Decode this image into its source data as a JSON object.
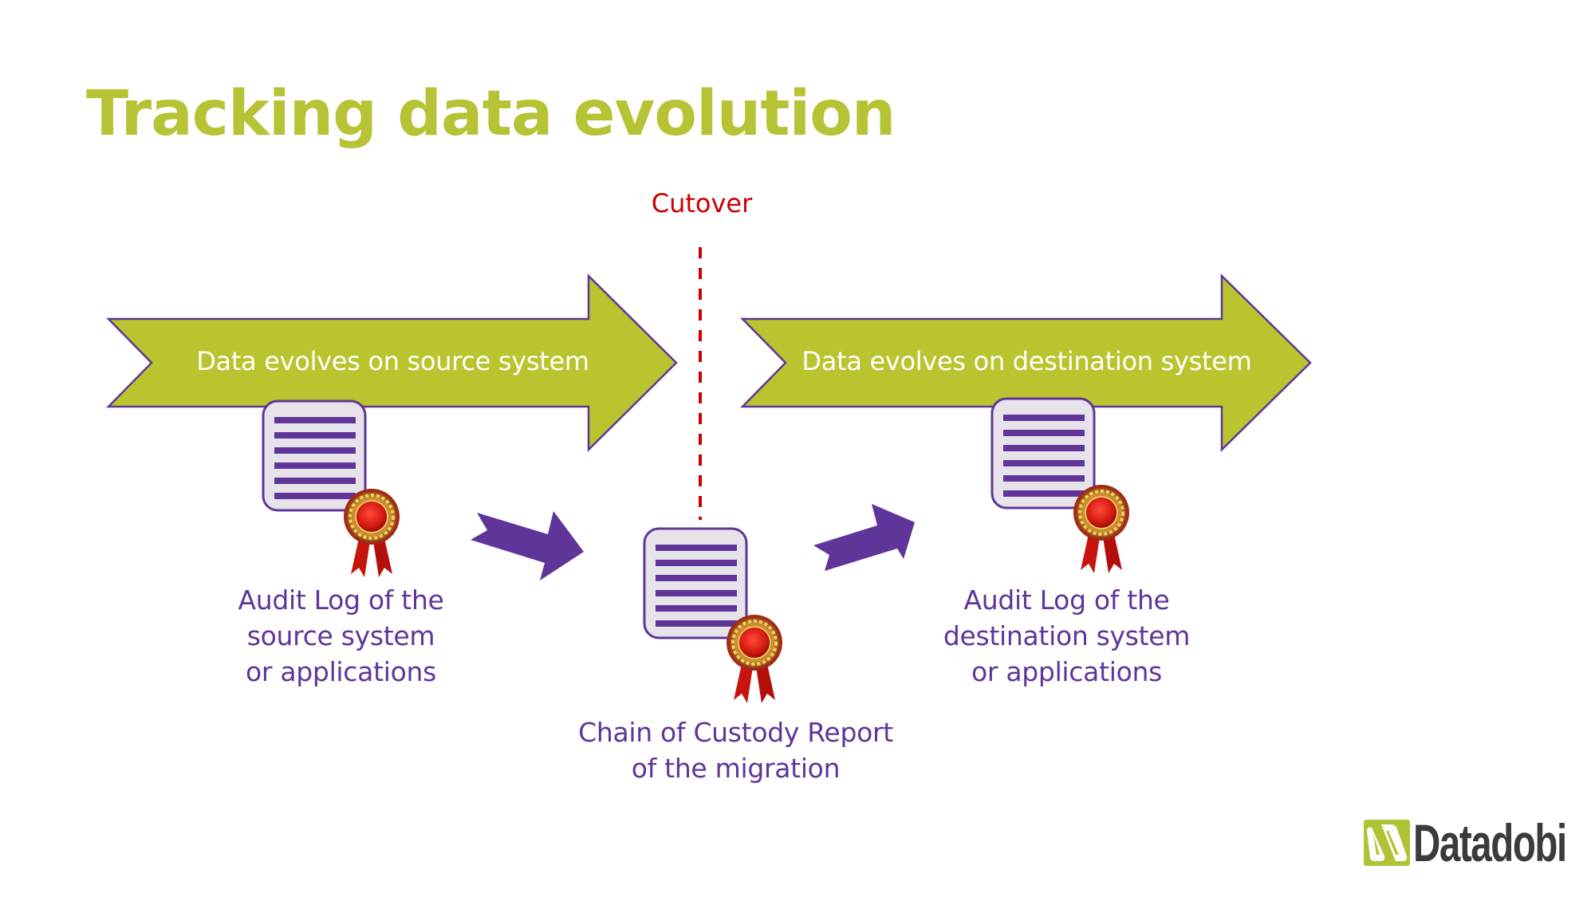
{
  "slide": {
    "title": "Tracking data evolution",
    "colors": {
      "title": "#b5c334",
      "arrow_fill": "#b9c42f",
      "arrow_stroke": "#5f3696",
      "cutover": "#cc0000",
      "purple": "#5f3599",
      "doc_fill": "#e6e4ea",
      "logo_green": "#b2c236",
      "logo_text": "#3a3b3d"
    }
  },
  "cutover": {
    "label": "Cutover"
  },
  "phases": [
    {
      "label": "Data evolves on source system"
    },
    {
      "label": "Data evolves on destination system"
    }
  ],
  "documents": [
    {
      "icon": "certified-document-icon",
      "caption_lines": [
        "Audit Log of the",
        "source system",
        "or applications"
      ]
    },
    {
      "icon": "certified-document-icon",
      "caption_lines": [
        "Chain of Custody Report",
        "of the migration"
      ]
    },
    {
      "icon": "certified-document-icon",
      "caption_lines": [
        "Audit Log of the",
        "destination system",
        "or applications"
      ]
    }
  ],
  "logo": {
    "text": "Datadobi"
  }
}
